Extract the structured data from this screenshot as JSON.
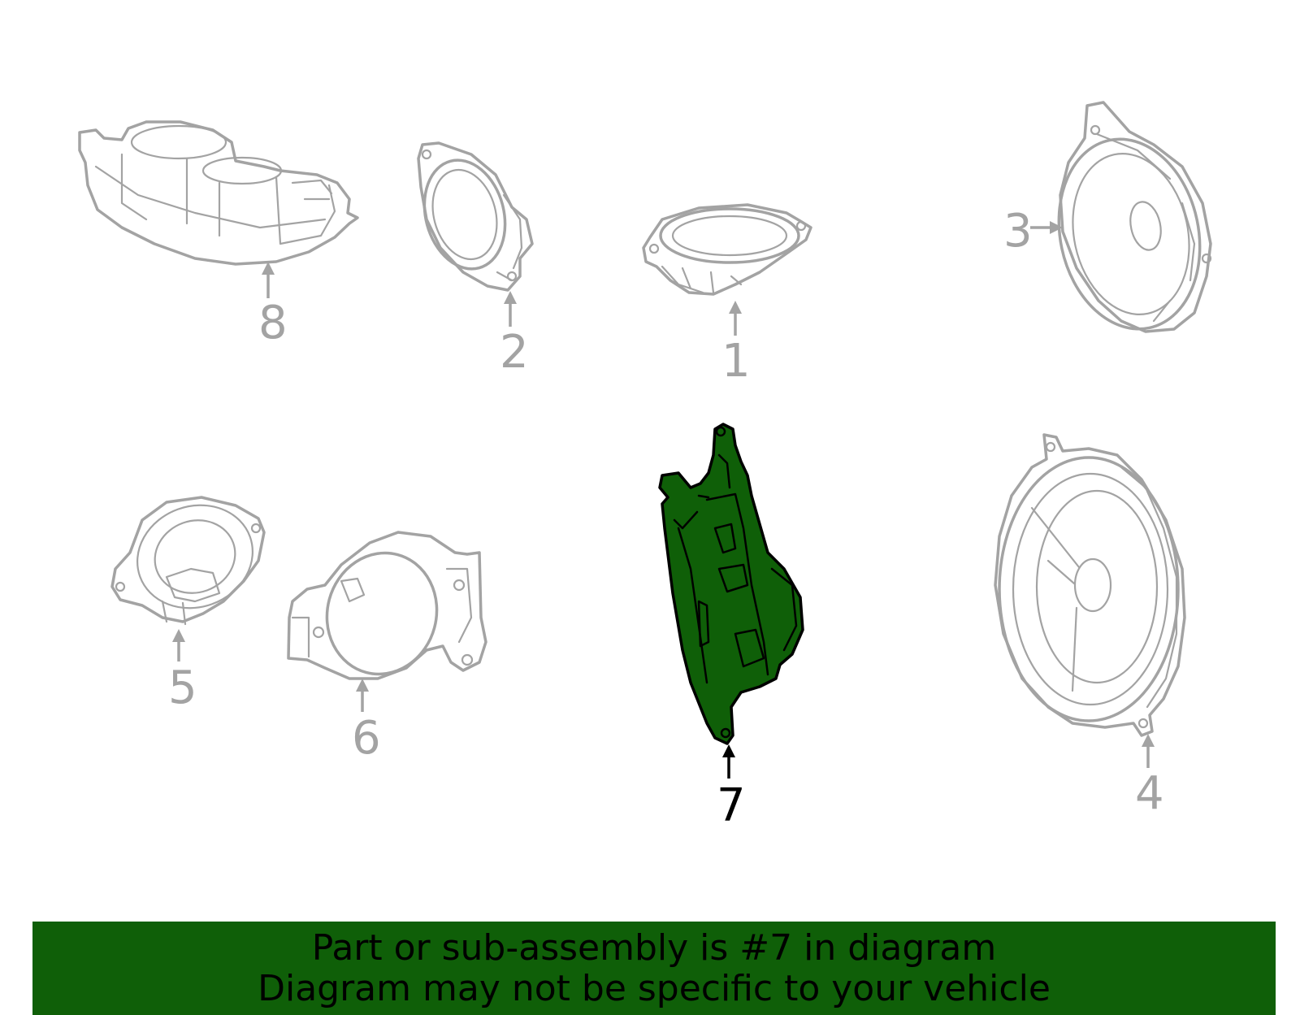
{
  "diagram": {
    "callouts": [
      {
        "id": "8",
        "label": "8"
      },
      {
        "id": "2",
        "label": "2"
      },
      {
        "id": "1",
        "label": "1"
      },
      {
        "id": "3",
        "label": "3"
      },
      {
        "id": "5",
        "label": "5"
      },
      {
        "id": "6",
        "label": "6"
      },
      {
        "id": "7",
        "label": "7"
      },
      {
        "id": "4",
        "label": "4"
      }
    ],
    "highlighted_part": "7",
    "colors": {
      "highlight": "#0f5f08",
      "inactive": "#a3a3a3",
      "active_label": "#000000",
      "banner": "#0f5f08"
    }
  },
  "banner": {
    "line1": "Part or sub-assembly is #7 in diagram",
    "line2": "Diagram may not be specific to your vehicle"
  }
}
